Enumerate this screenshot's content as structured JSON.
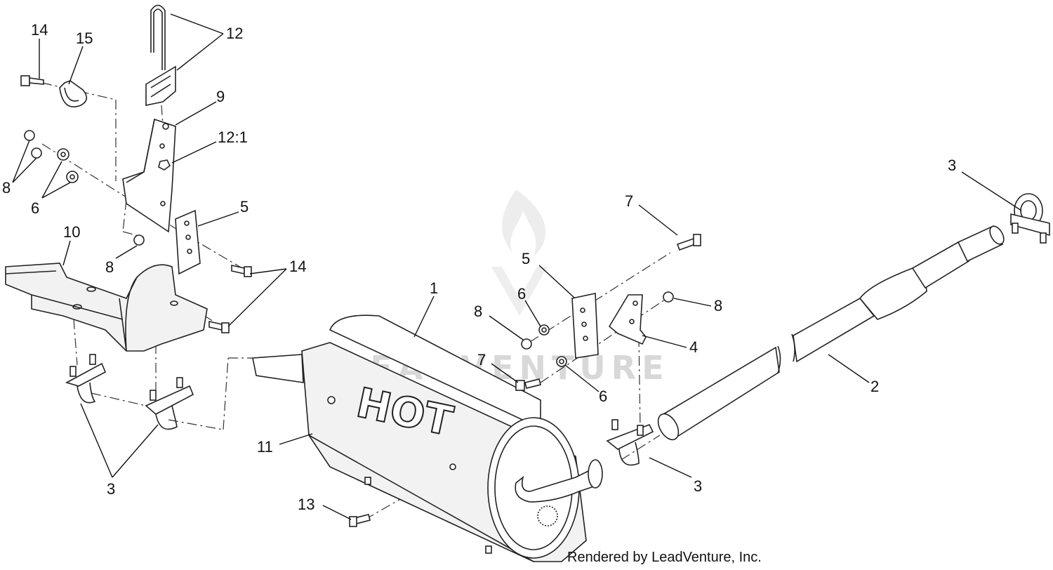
{
  "watermark": {
    "text": "LEADVENTURE"
  },
  "footer": {
    "credit": "Rendered by LeadVenture, Inc."
  },
  "muffler": {
    "decal": "HOT"
  },
  "callouts": {
    "c14a": "14",
    "c15": "15",
    "c12": "12",
    "c9": "9",
    "c12_1": "12:1",
    "c8a": "8",
    "c6a": "6",
    "c5a": "5",
    "c10": "10",
    "c8b": "8",
    "c14b": "14",
    "c1": "1",
    "c7a": "7",
    "c5b": "5",
    "c6b": "6",
    "c8c": "8",
    "c8d": "8",
    "c4": "4",
    "c7b": "7",
    "c6c": "6",
    "c3a": "3",
    "c2": "2",
    "c11": "11",
    "c3b": "3",
    "c3c": "3",
    "c13": "13"
  }
}
